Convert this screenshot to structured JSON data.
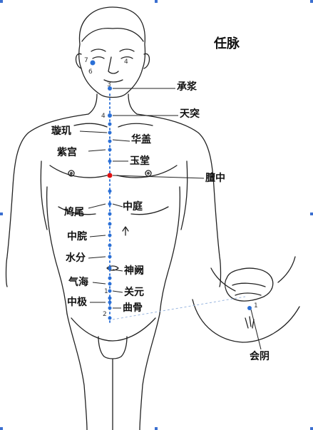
{
  "title": "任脉",
  "points": {
    "chengjiang": "承浆",
    "tiantu": "天突",
    "xuanji": "璇玑",
    "huagai": "华盖",
    "zigong": "紫宫",
    "yutang": "玉堂",
    "danzhong": "膻中",
    "jiuwei": "鸠尾",
    "zhongting": "中庭",
    "zhongwan": "中脘",
    "shuifen": "水分",
    "shenque": "神阙",
    "qihai": "气海",
    "guanyuan": "关元",
    "zhongji": "中极",
    "qugu": "曲骨",
    "huiyin": "会阴"
  },
  "numbers": {
    "n7": "7",
    "n6": "6",
    "n4_face": "4",
    "n3": "3",
    "n4_neck": "4",
    "n1": "1",
    "n2": "2",
    "n1_perineum": "1"
  },
  "colors": {
    "point_blue": "#2a6fd6",
    "point_red": "#e01010",
    "outline": "#222222",
    "guide_line": "#9bb7e0"
  }
}
